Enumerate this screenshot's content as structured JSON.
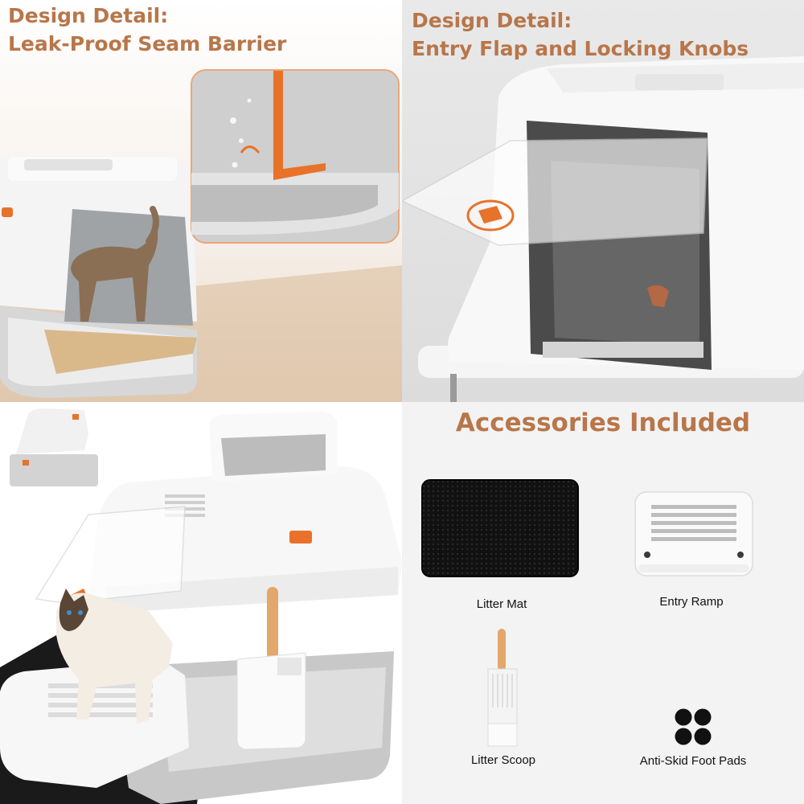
{
  "panels": {
    "seam": {
      "heading_line1": "Design Detail:",
      "heading_line2": "Leak-Proof Seam Barrier"
    },
    "flap": {
      "heading_line1": "Design Detail:",
      "heading_line2": "Entry Flap and Locking Knobs"
    },
    "accessories": {
      "title": "Accessories Included",
      "items": [
        {
          "label": "Litter Mat"
        },
        {
          "label": "Entry Ramp"
        },
        {
          "label": "Litter Scoop"
        },
        {
          "label": "Anti-Skid Foot Pads"
        }
      ]
    }
  },
  "colors": {
    "accent": "#e8722a",
    "heading": "#b8764a",
    "steel": "#c9c9c9",
    "white_plastic": "#f7f7f7",
    "mat": "#111111"
  }
}
